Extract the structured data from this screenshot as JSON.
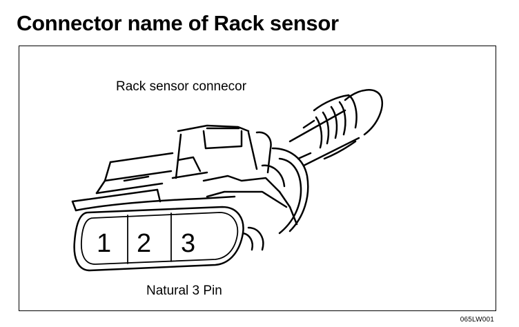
{
  "title": "Connector name of Rack sensor",
  "diagram": {
    "connector_label": "Rack sensor connecor",
    "pin_type_label": "Natural 3 Pin",
    "pins": [
      "1",
      "2",
      "3"
    ],
    "figure_code": "065LW001"
  },
  "colors": {
    "ink": "#000000",
    "paper": "#ffffff"
  }
}
